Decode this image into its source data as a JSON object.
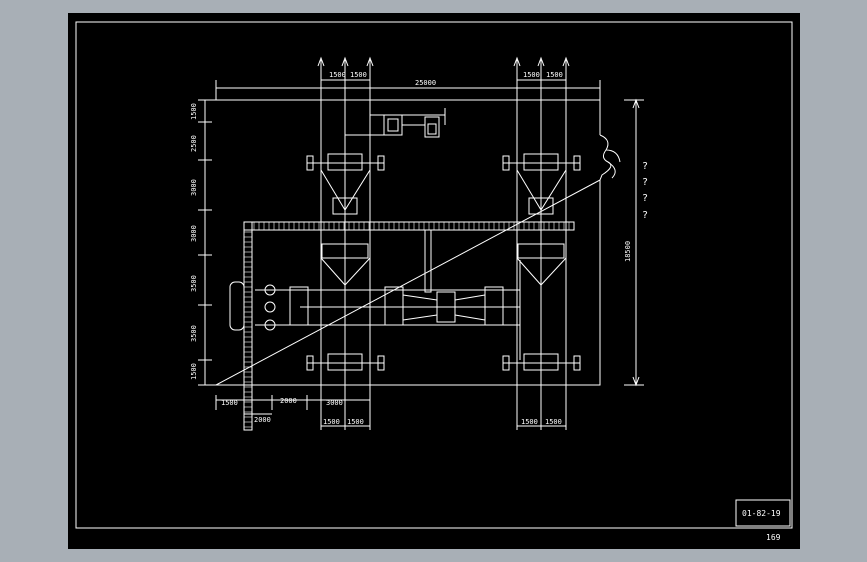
{
  "drawing": {
    "colors": {
      "background": "#000000",
      "lines": "#ffffff",
      "frame": "#a8afb6"
    },
    "top_dims": {
      "left_pair": [
        "1500",
        "1500"
      ],
      "overall": "25000",
      "right_pair": [
        "1500",
        "1500"
      ]
    },
    "left_dims": [
      "1500",
      "2500",
      "3000",
      "3000",
      "3500",
      "3500",
      "1500"
    ],
    "right_dim": "18500",
    "bottom_dims": {
      "left": [
        "1500",
        "2000",
        "3000"
      ],
      "below": "2000",
      "left_pair": [
        "1500",
        "1500"
      ],
      "right_pair": [
        "1500",
        "1500"
      ]
    },
    "question_marks": [
      "?",
      "?",
      "?",
      "?"
    ],
    "drawing_code": "01-82-19",
    "page_number": "169"
  }
}
